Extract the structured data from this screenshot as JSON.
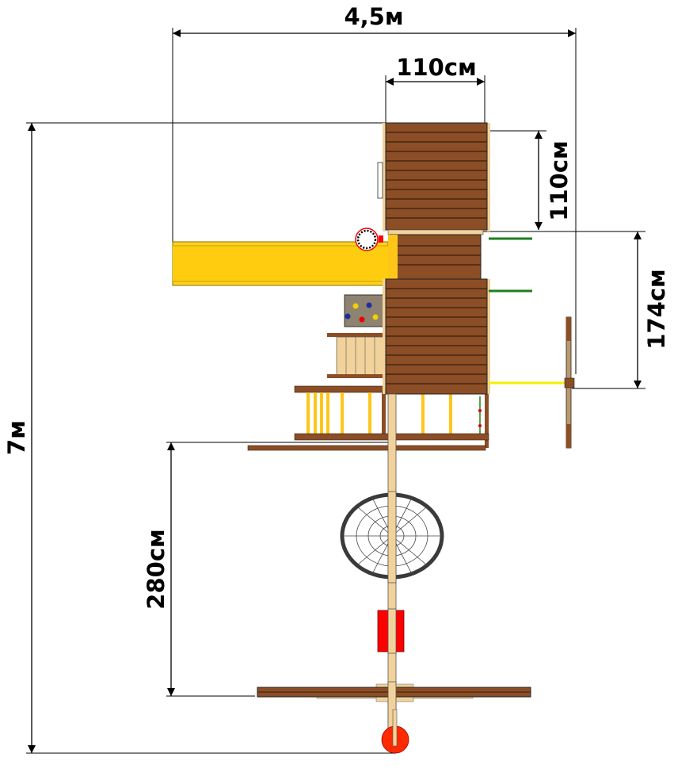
{
  "dimensions": {
    "total_width": "4,5м",
    "tower_width": "110см",
    "tower_depth": "110см",
    "swing_offset": "174см",
    "total_length": "7м",
    "swing_beam_distance": "280см"
  },
  "colors": {
    "wood_dark": "#8B4E26",
    "wood_light": "#F2D29B",
    "slide": "#FFD21F",
    "swing_seat": "#FF0000",
    "handle": "#1E7F1E",
    "net_rim": "#3A3A3A"
  }
}
